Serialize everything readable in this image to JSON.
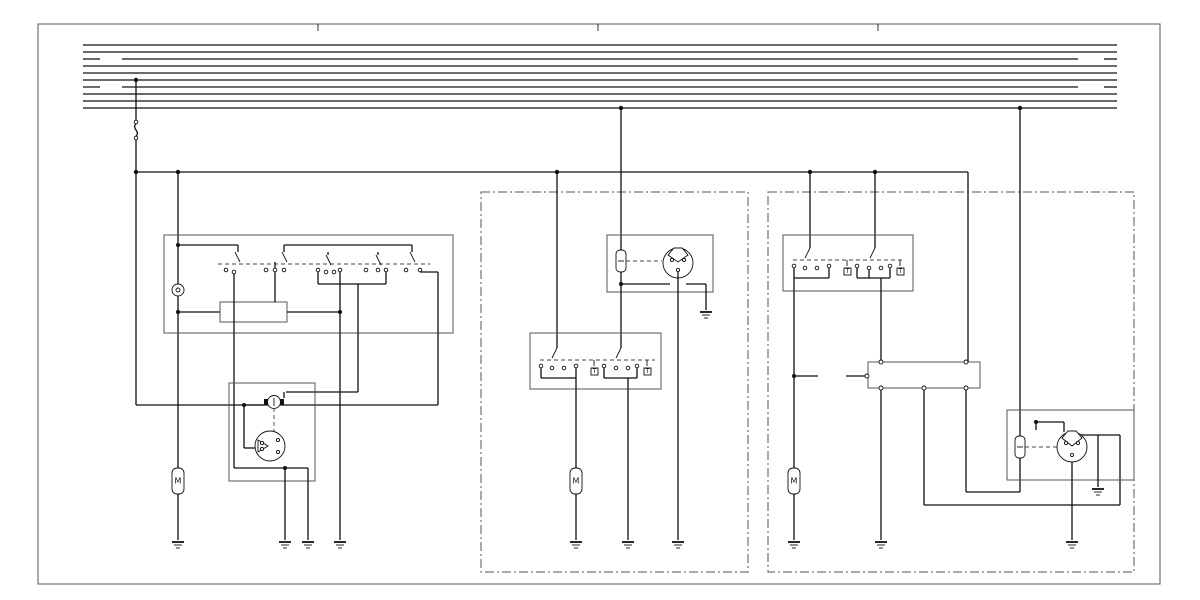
{
  "diagram": {
    "type": "wiring-schematic",
    "motor_label": "M",
    "switch_contact_label": "T",
    "sections": [
      {
        "name": "left-assembly",
        "boxed": false
      },
      {
        "name": "middle-assembly",
        "boxed": true
      },
      {
        "name": "right-assembly",
        "boxed": true
      }
    ],
    "colors": {
      "line": "#111111",
      "box": "#555555",
      "background": "#ffffff"
    }
  }
}
